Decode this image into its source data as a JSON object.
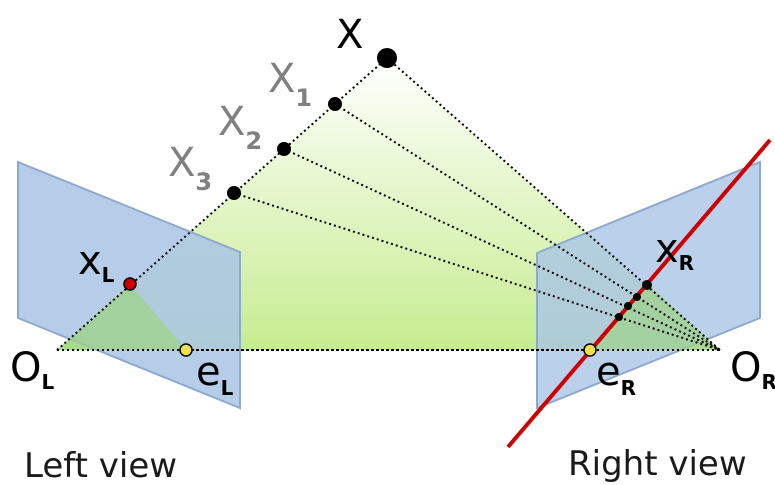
{
  "points": {
    "X": "X",
    "X1": {
      "base": "X",
      "sub": "1"
    },
    "X2": {
      "base": "X",
      "sub": "2"
    },
    "X3": {
      "base": "X",
      "sub": "3"
    },
    "xL": {
      "base": "x",
      "sub": "L"
    },
    "xR": {
      "base": "x",
      "sub": "R"
    },
    "OL": {
      "base": "O",
      "sub": "L"
    },
    "OR": {
      "base": "O",
      "sub": "R"
    },
    "eL": {
      "base": "e",
      "sub": "L"
    },
    "eR": {
      "base": "e",
      "sub": "R"
    }
  },
  "captions": {
    "left": "Left view",
    "right": "Right view"
  },
  "colors": {
    "image_plane": "#a9c4e6",
    "plane_border": "#8fa9cc",
    "triangle_top": "#ffffff",
    "triangle_bottom": "#c6ec8f",
    "epipolar_line": "#cc0000",
    "point": "#000000",
    "projection_point": "#cc0000",
    "epipole": "#f2e24a"
  }
}
